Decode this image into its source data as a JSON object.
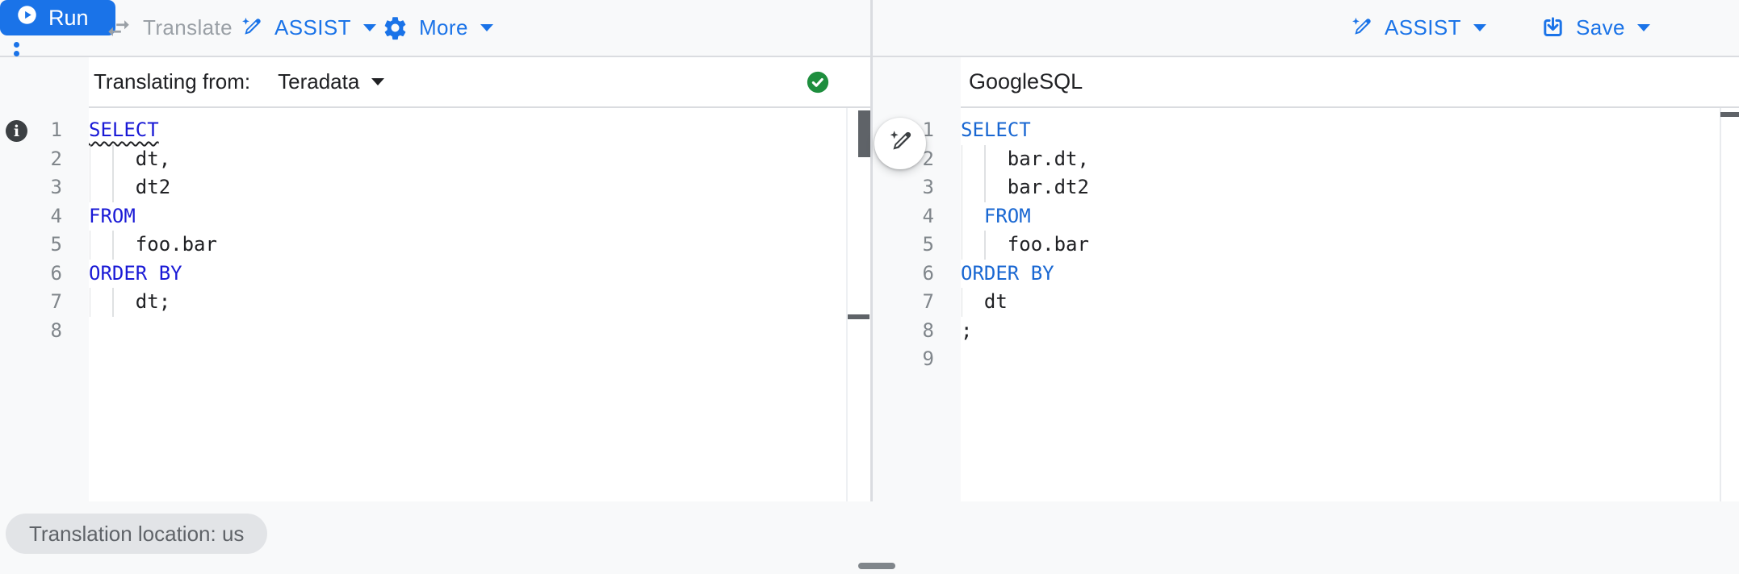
{
  "toolbar": {
    "translate_label": "Translate",
    "assist_label": "ASSIST",
    "more_label": "More",
    "run_label": "Run",
    "assist_right_label": "ASSIST",
    "save_label": "Save"
  },
  "left_panel": {
    "header_label": "Translating from:",
    "dialect": "Teradata",
    "editor_lines": [
      {
        "n": "1",
        "guides": [],
        "tokens": [
          {
            "t": "SELECT",
            "k": true,
            "sq": true
          }
        ]
      },
      {
        "n": "2",
        "guides": [
          0,
          2
        ],
        "tokens": [
          {
            "t": "    dt,"
          }
        ]
      },
      {
        "n": "3",
        "guides": [
          0,
          2
        ],
        "tokens": [
          {
            "t": "    dt2"
          }
        ]
      },
      {
        "n": "4",
        "guides": [],
        "tokens": [
          {
            "t": "FROM",
            "k": true
          }
        ]
      },
      {
        "n": "5",
        "guides": [
          0,
          2
        ],
        "tokens": [
          {
            "t": "    foo.bar"
          }
        ]
      },
      {
        "n": "6",
        "guides": [],
        "tokens": [
          {
            "t": "ORDER BY",
            "k": true
          }
        ]
      },
      {
        "n": "7",
        "guides": [
          0,
          2
        ],
        "tokens": [
          {
            "t": "    dt;"
          }
        ]
      },
      {
        "n": "8",
        "guides": [],
        "tokens": []
      }
    ]
  },
  "right_panel": {
    "header_label": "GoogleSQL",
    "editor_lines": [
      {
        "n": "1",
        "guides": [],
        "tokens": [
          {
            "t": "SELECT",
            "k": true
          }
        ]
      },
      {
        "n": "2",
        "guides": [
          0,
          2
        ],
        "tokens": [
          {
            "t": "    bar.dt,"
          }
        ]
      },
      {
        "n": "3",
        "guides": [
          0,
          2
        ],
        "tokens": [
          {
            "t": "    bar.dt2"
          }
        ]
      },
      {
        "n": "4",
        "guides": [
          0
        ],
        "tokens": [
          {
            "t": "  "
          },
          {
            "t": "FROM",
            "k": true
          }
        ]
      },
      {
        "n": "5",
        "guides": [
          0,
          2
        ],
        "tokens": [
          {
            "t": "    foo.bar"
          }
        ]
      },
      {
        "n": "6",
        "guides": [],
        "tokens": [
          {
            "t": "ORDER BY",
            "k": true
          }
        ]
      },
      {
        "n": "7",
        "guides": [
          0
        ],
        "tokens": [
          {
            "t": "  dt"
          }
        ]
      },
      {
        "n": "8",
        "guides": [],
        "tokens": [
          {
            "t": ";"
          }
        ]
      },
      {
        "n": "9",
        "guides": [],
        "tokens": []
      }
    ]
  },
  "footer": {
    "location_chip": "Translation location: us"
  },
  "icons": {
    "translate": "swap-arrows-icon",
    "assist": "magic-pen-icon",
    "more": "gear-icon",
    "run": "play-circle-icon",
    "save": "save-download-icon",
    "menu": "kebab-menu-icon",
    "status": "green-check-icon",
    "glyph": "info-icon",
    "fab": "magic-pen-icon"
  },
  "colors": {
    "accent": "#1a73e8",
    "run_button_bg": "#1a73e8",
    "keyword_left": "#1a1ad6",
    "keyword_right": "#1967d2",
    "success_green": "#1e8e3e",
    "disabled_gray": "#9aa0a6",
    "ink": "#202124",
    "line_number_gray": "#80868b",
    "surface_gray": "#f8f9fa",
    "border_gray": "#dadce0",
    "chip_bg": "#e2e4e7",
    "chip_text": "#5f6368",
    "scrollbar_dark": "#5f6368",
    "icon_dark": "#3c4043"
  }
}
